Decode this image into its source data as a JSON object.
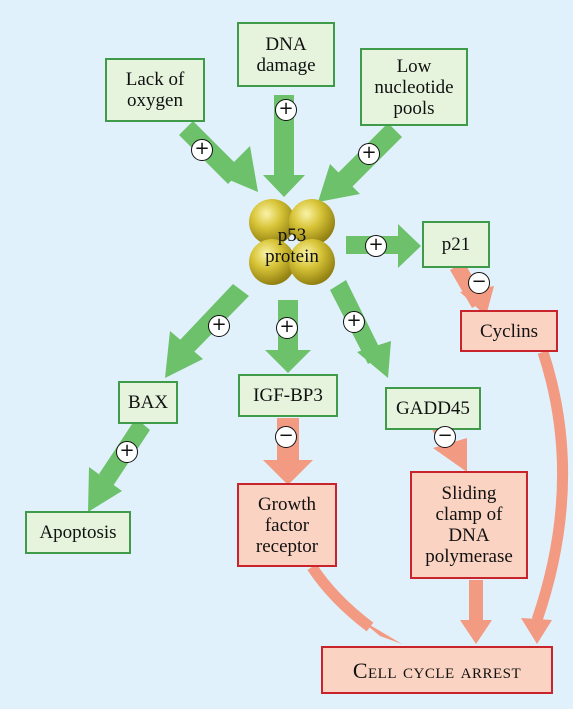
{
  "boxes": {
    "lack_of_oxygen": "Lack of\noxygen",
    "dna_damage": "DNA\ndamage",
    "low_nucleotide_pools": "Low\nnucleotide\npools",
    "p53_protein": "p53\nprotein",
    "p21": "p21",
    "cyclins": "Cyclins",
    "bax": "BAX",
    "igf_bp3": "IGF-BP3",
    "gadd45": "GADD45",
    "apoptosis": "Apoptosis",
    "growth_factor_receptor": "Growth\nfactor\nreceptor",
    "sliding_clamp": "Sliding\nclamp of\nDNA\npolymerase",
    "cell_cycle_arrest": "Cell cycle arrest"
  },
  "signs": {
    "plus": "+",
    "minus": "−"
  },
  "colors": {
    "background": "#e1f1fb",
    "green_arrow": "#6cc16a",
    "red_arrow": "#f29a82",
    "green_box_fill": "#e6f4dd",
    "green_box_border": "#3f9a4a",
    "red_box_fill": "#fbd3c2",
    "red_box_border": "#c9242c",
    "p53_sphere": "#c9b424"
  },
  "icons": {
    "activation": "plus-circle-icon",
    "inhibition": "minus-circle-icon"
  }
}
